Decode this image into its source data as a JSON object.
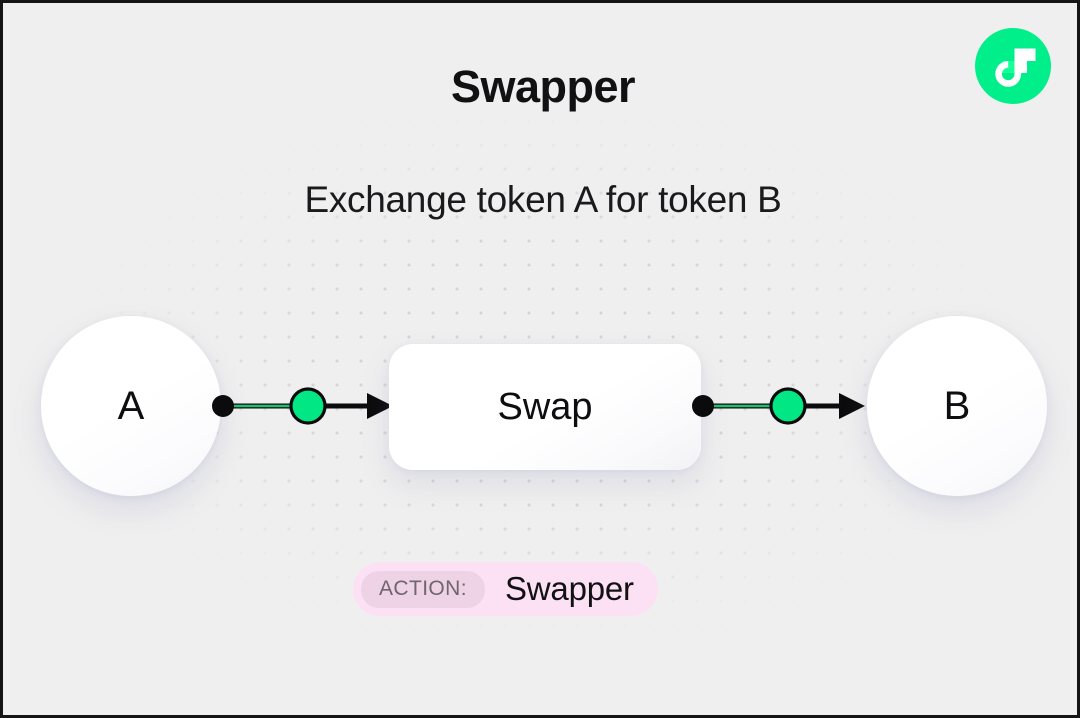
{
  "header": {
    "title": "Swapper",
    "subtitle": "Exchange token A for token B"
  },
  "logo": {
    "name": "flow-logo",
    "circle_color": "#00ef8b",
    "mark_color": "#ffffff",
    "accent_color": "#16ff99"
  },
  "diagram": {
    "type": "flow",
    "background_color": "#efefef",
    "dot_color": "#d3d3d6",
    "nodes": [
      {
        "id": "a",
        "label": "A",
        "shape": "circle"
      },
      {
        "id": "swap",
        "label": "Swap",
        "shape": "rounded-rect"
      },
      {
        "id": "b",
        "label": "B",
        "shape": "circle"
      }
    ],
    "edges": [
      {
        "from": "a",
        "to": "swap",
        "marker_color": "#00e784",
        "line_color": "#0b0b0d"
      },
      {
        "from": "swap",
        "to": "b",
        "marker_color": "#00e784",
        "line_color": "#0b0b0d"
      }
    ]
  },
  "action_badge": {
    "key": "ACTION:",
    "value": "Swapper",
    "background_color": "#fbe1f3",
    "key_background_color": "#eed2e6",
    "key_text_color": "#6f666f"
  }
}
